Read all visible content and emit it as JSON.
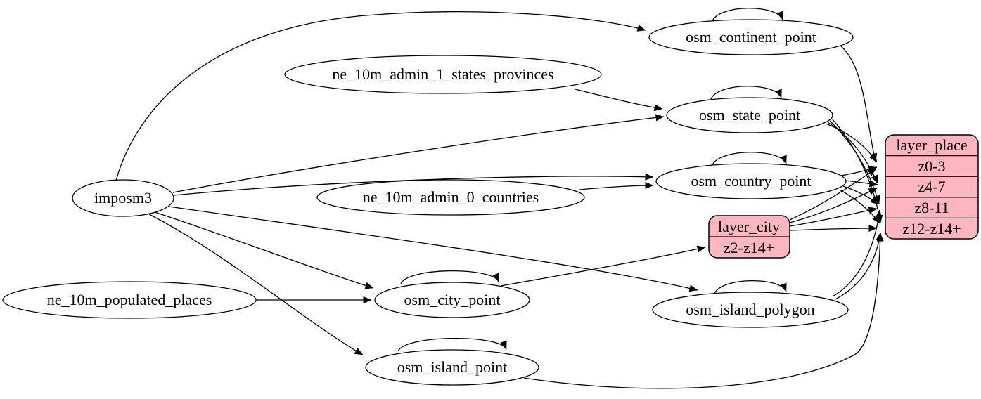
{
  "diagram": {
    "background": "#ffffff",
    "edge_color": "#000000",
    "ellipse_fill": "#ffffff",
    "record_fill": "#ffb6c1"
  },
  "nodes": {
    "imposm3": {
      "label": "imposm3",
      "type": "ellipse"
    },
    "ne_10m_admin_1_states_provinces": {
      "label": "ne_10m_admin_1_states_provinces",
      "type": "ellipse"
    },
    "ne_10m_admin_0_countries": {
      "label": "ne_10m_admin_0_countries",
      "type": "ellipse"
    },
    "ne_10m_populated_places": {
      "label": "ne_10m_populated_places",
      "type": "ellipse"
    },
    "osm_continent_point": {
      "label": "osm_continent_point",
      "type": "ellipse"
    },
    "osm_state_point": {
      "label": "osm_state_point",
      "type": "ellipse"
    },
    "osm_country_point": {
      "label": "osm_country_point",
      "type": "ellipse"
    },
    "osm_city_point": {
      "label": "osm_city_point",
      "type": "ellipse"
    },
    "osm_island_polygon": {
      "label": "osm_island_polygon",
      "type": "ellipse"
    },
    "osm_island_point": {
      "label": "osm_island_point",
      "type": "ellipse"
    },
    "layer_city": {
      "label": "layer_city",
      "type": "record",
      "rows": [
        "z2-z14+"
      ]
    },
    "layer_place": {
      "label": "layer_place",
      "type": "record",
      "rows": [
        "z0-3",
        "z4-7",
        "z8-11",
        "z12-z14+"
      ]
    }
  },
  "edges": [
    {
      "from": "imposm3",
      "to": "osm_continent_point"
    },
    {
      "from": "imposm3",
      "to": "osm_state_point"
    },
    {
      "from": "imposm3",
      "to": "osm_country_point"
    },
    {
      "from": "imposm3",
      "to": "osm_city_point"
    },
    {
      "from": "imposm3",
      "to": "osm_island_polygon"
    },
    {
      "from": "imposm3",
      "to": "osm_island_point"
    },
    {
      "from": "ne_10m_admin_1_states_provinces",
      "to": "osm_state_point"
    },
    {
      "from": "ne_10m_admin_0_countries",
      "to": "osm_country_point"
    },
    {
      "from": "ne_10m_populated_places",
      "to": "osm_city_point"
    },
    {
      "from": "osm_continent_point",
      "to": "osm_continent_point"
    },
    {
      "from": "osm_state_point",
      "to": "osm_state_point"
    },
    {
      "from": "osm_country_point",
      "to": "osm_country_point"
    },
    {
      "from": "osm_city_point",
      "to": "osm_city_point"
    },
    {
      "from": "osm_island_polygon",
      "to": "osm_island_polygon"
    },
    {
      "from": "osm_island_point",
      "to": "osm_island_point"
    },
    {
      "from": "osm_continent_point",
      "to": "layer_place:z0-3"
    },
    {
      "from": "osm_state_point",
      "to": "layer_place:z0-3"
    },
    {
      "from": "osm_state_point",
      "to": "layer_place:z4-7"
    },
    {
      "from": "osm_state_point",
      "to": "layer_place:z8-11"
    },
    {
      "from": "osm_state_point",
      "to": "layer_place:z12-z14+"
    },
    {
      "from": "osm_country_point",
      "to": "layer_place:z0-3"
    },
    {
      "from": "osm_country_point",
      "to": "layer_place:z4-7"
    },
    {
      "from": "osm_country_point",
      "to": "layer_place:z8-11"
    },
    {
      "from": "osm_country_point",
      "to": "layer_place:z12-z14+"
    },
    {
      "from": "osm_city_point",
      "to": "layer_city:z2-z14+"
    },
    {
      "from": "layer_city",
      "to": "layer_place:z0-3"
    },
    {
      "from": "layer_city",
      "to": "layer_place:z4-7"
    },
    {
      "from": "layer_city",
      "to": "layer_place:z8-11"
    },
    {
      "from": "layer_city",
      "to": "layer_place:z12-z14+"
    },
    {
      "from": "osm_island_polygon",
      "to": "layer_place:z8-11"
    },
    {
      "from": "osm_island_polygon",
      "to": "layer_place:z12-z14+"
    },
    {
      "from": "osm_island_point",
      "to": "layer_place:z12-z14+"
    }
  ]
}
